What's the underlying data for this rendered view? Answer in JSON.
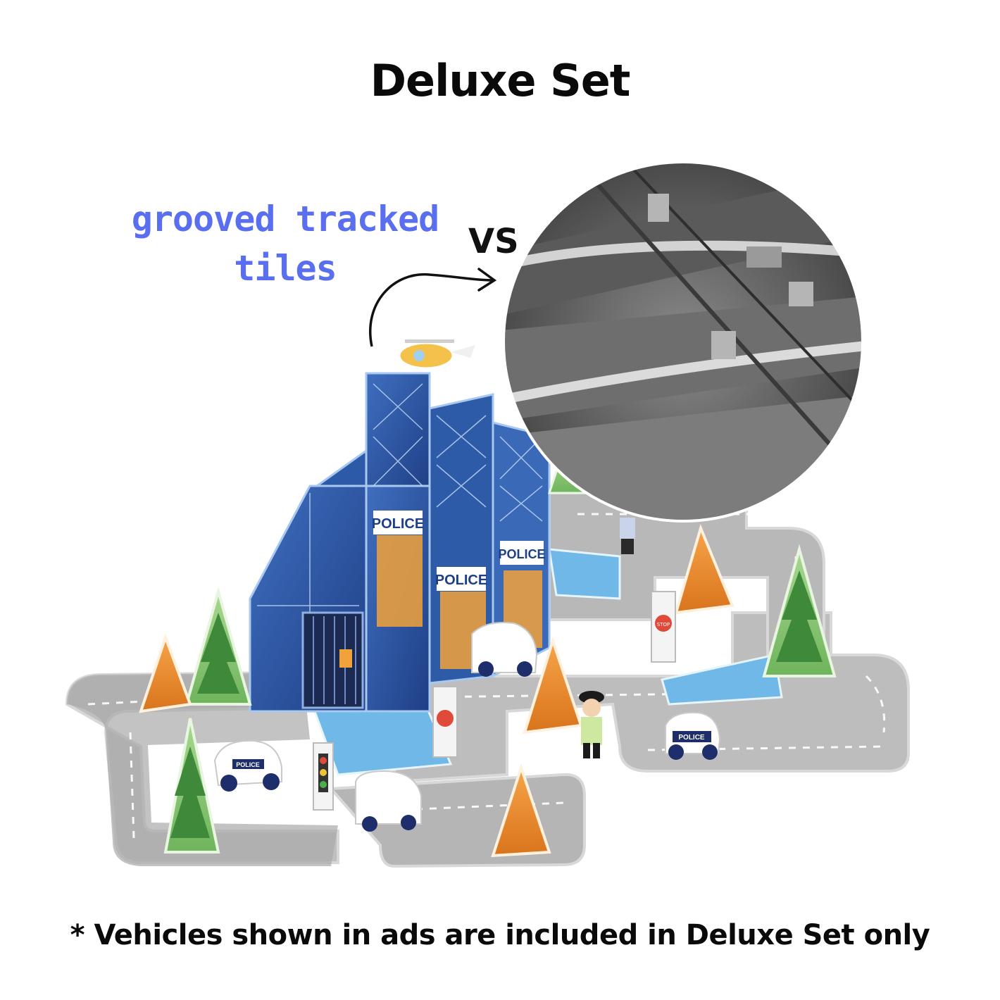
{
  "header": {
    "title": "Deluxe Set"
  },
  "callout": {
    "line1": "grooved tracked",
    "line2": "tiles",
    "versus": "VS",
    "accent_color": "#5a6ff0"
  },
  "illustration": {
    "building_signs": [
      "POLICE",
      "POLICE",
      "POLICE"
    ],
    "vehicle_labels": [
      "POLICE",
      "POLICE"
    ],
    "sign_text": "STOP"
  },
  "footer": {
    "note": "* Vehicles shown in ads are included in Deluxe Set only"
  }
}
